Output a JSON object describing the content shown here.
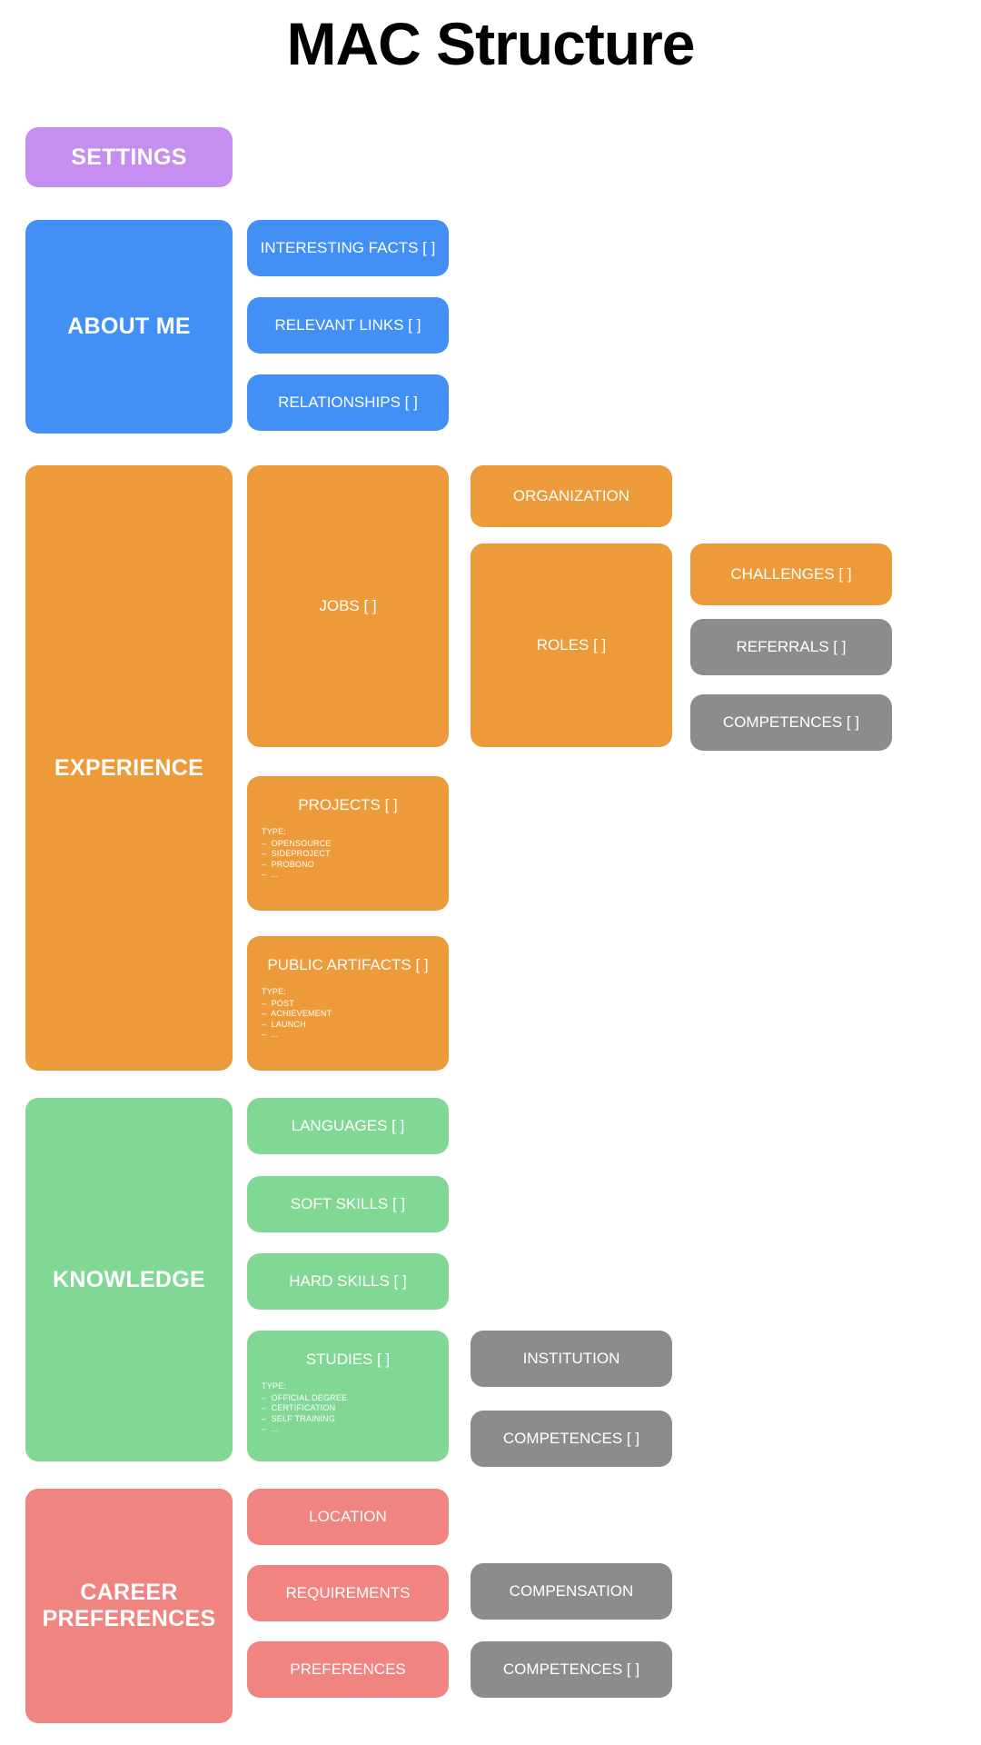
{
  "title": "MAC Structure",
  "colors": {
    "settings": "#c68ef0",
    "about_me": "#4290f5",
    "experience": "#ed9a3a",
    "knowledge": "#80d894",
    "career_preferences": "#ef8481",
    "secondary_grey": "#8c8c8c",
    "background": "#ffffff",
    "title_text": "#000000",
    "node_text": "#ffffff"
  },
  "sections": {
    "settings": {
      "label": "SETTINGS"
    },
    "about_me": {
      "label": "ABOUT ME",
      "children": [
        {
          "label": "INTERESTING FACTS [ ]"
        },
        {
          "label": "RELEVANT LINKS [ ]"
        },
        {
          "label": "RELATIONSHIPS [ ]"
        }
      ]
    },
    "experience": {
      "label": "EXPERIENCE",
      "jobs": {
        "label": "JOBS [ ]"
      },
      "organization": {
        "label": "ORGANIZATION"
      },
      "roles": {
        "label": "ROLES [ ]"
      },
      "challenges": {
        "label": "CHALLENGES [ ]"
      },
      "referrals": {
        "label": "REFERRALS [ ]"
      },
      "competences": {
        "label": "COMPETENCES [ ]"
      },
      "projects": {
        "label": "PROJECTS [ ]",
        "type_heading": "TYPE:",
        "types": [
          "–  OPENSOURCE",
          "–  SIDEPROJECT",
          "–  PROBONO",
          "–  ..."
        ]
      },
      "public_artifacts": {
        "label": "PUBLIC ARTIFACTS [ ]",
        "type_heading": "TYPE:",
        "types": [
          "–  POST",
          "–  ACHIEVEMENT",
          "–  LAUNCH",
          "–  ..."
        ]
      }
    },
    "knowledge": {
      "label": "KNOWLEDGE",
      "languages": {
        "label": "LANGUAGES [ ]"
      },
      "soft_skills": {
        "label": "SOFT SKILLS [ ]"
      },
      "hard_skills": {
        "label": "HARD SKILLS [ ]"
      },
      "studies": {
        "label": "STUDIES [ ]",
        "type_heading": "TYPE:",
        "types": [
          "–  OFFICIAL DEGREE",
          "–  CERTIFICATION",
          "–  SELF TRAINING",
          "–  ..."
        ]
      },
      "institution": {
        "label": "INSTITUTION"
      },
      "competences": {
        "label": "COMPETENCES [ ]"
      }
    },
    "career_preferences": {
      "label": "CAREER PREFERENCES",
      "location": {
        "label": "LOCATION"
      },
      "requirements": {
        "label": "REQUIREMENTS"
      },
      "preferences": {
        "label": "PREFERENCES"
      },
      "compensation": {
        "label": "COMPENSATION"
      },
      "competences": {
        "label": "COMPETENCES [ ]"
      }
    }
  }
}
